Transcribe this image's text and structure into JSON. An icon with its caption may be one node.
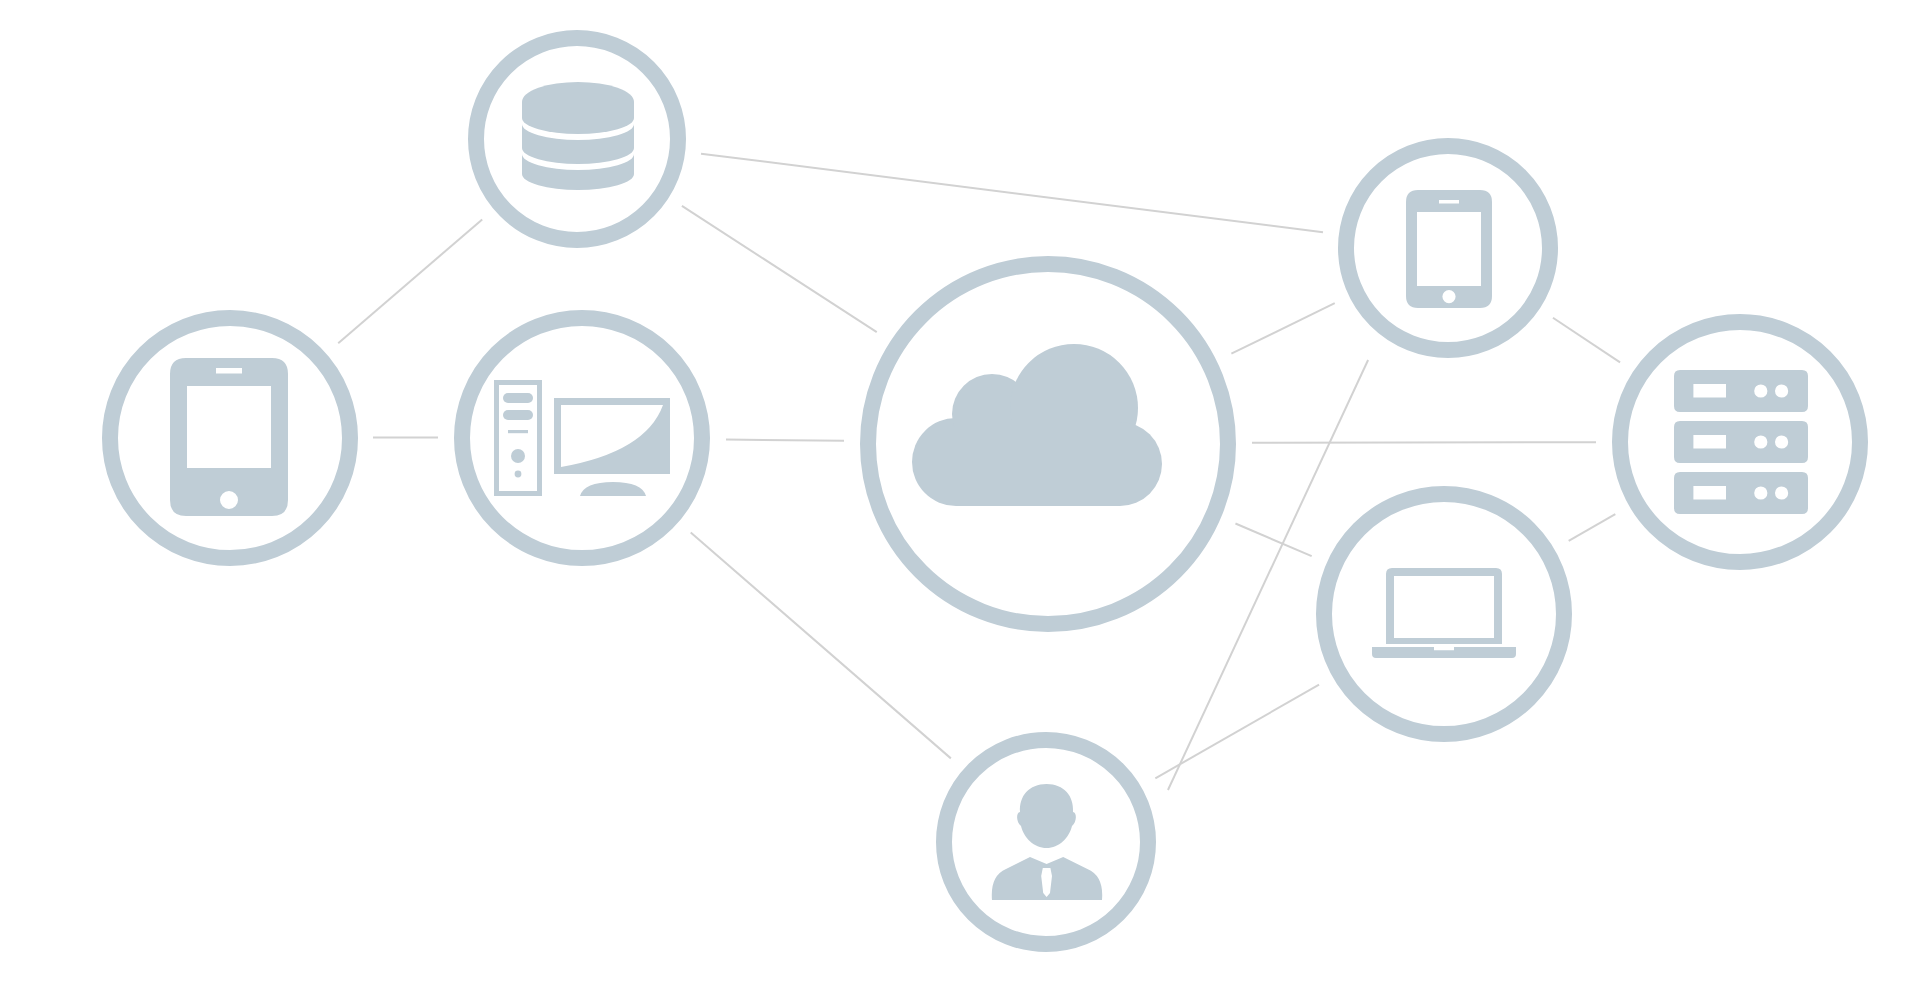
{
  "diagram": {
    "nodes": [
      {
        "text": [],
        "shape": "circle"
      },
      {
        "text": [],
        "shape": "circle"
      },
      {
        "text": [],
        "shape": "circle"
      },
      {
        "text": [],
        "shape": "circle"
      },
      {
        "text": [],
        "shape": "circle"
      },
      {
        "text": [],
        "shape": "circle"
      },
      {
        "text": [],
        "shape": "circle"
      },
      {
        "text": [],
        "shape": "circle"
      }
    ],
    "edges": [
      {
        "from": 0,
        "to": 1,
        "arrow": "none"
      },
      {
        "from": 0,
        "to": 3,
        "arrow": "none"
      },
      {
        "from": 0,
        "to": 4,
        "arrow": "none"
      },
      {
        "from": 1,
        "to": 2,
        "arrow": "none"
      },
      {
        "from": 2,
        "to": 3,
        "arrow": "none"
      },
      {
        "from": 2,
        "to": 7,
        "arrow": "none"
      },
      {
        "from": 3,
        "to": 4,
        "arrow": "none"
      },
      {
        "from": 3,
        "to": 5,
        "arrow": "none"
      },
      {
        "from": 3,
        "to": 6,
        "arrow": "none"
      },
      {
        "from": 4,
        "to": 5,
        "arrow": "none"
      },
      {
        "from": 4,
        "to": 7,
        "arrow": "none"
      },
      {
        "from": 5,
        "to": 6,
        "arrow": "none"
      },
      {
        "from": 6,
        "to": 7,
        "arrow": "none"
      }
    ]
  }
}
